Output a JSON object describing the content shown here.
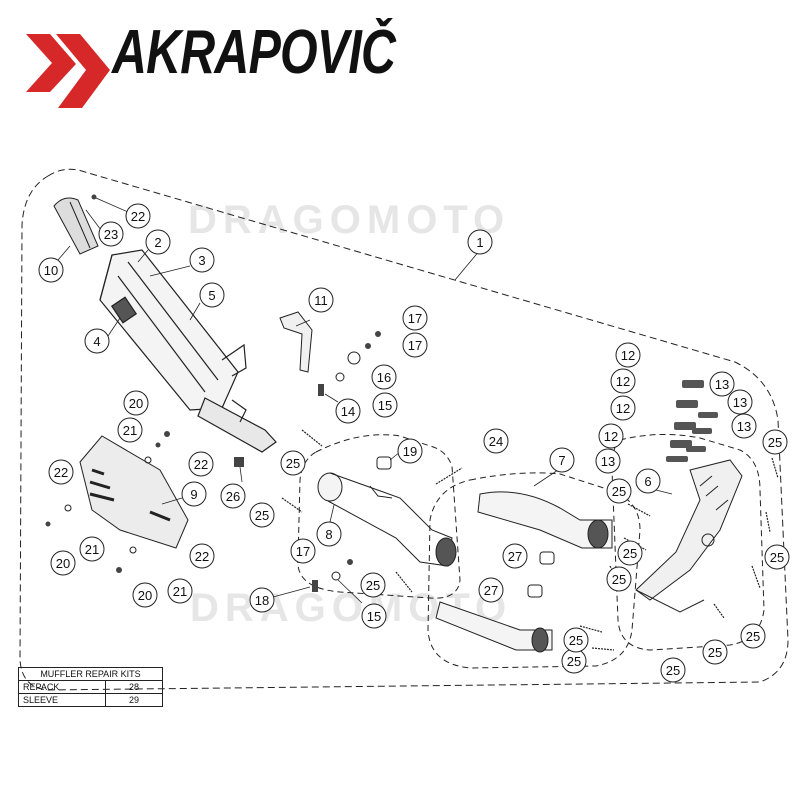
{
  "brand": {
    "name": "AKRAPOVIČ",
    "accent": "#d62828"
  },
  "watermark": {
    "text": "DRAGOMOTO"
  },
  "callouts": [
    "1",
    "2",
    "3",
    "4",
    "5",
    "6",
    "7",
    "8",
    "9",
    "10",
    "11",
    "12",
    "12",
    "12",
    "12",
    "13",
    "13",
    "13",
    "13",
    "14",
    "15",
    "15",
    "16",
    "17",
    "17",
    "17",
    "18",
    "19",
    "20",
    "20",
    "20",
    "21",
    "21",
    "21",
    "22",
    "22",
    "22",
    "22",
    "23",
    "24",
    "25",
    "25",
    "25",
    "25",
    "25",
    "25",
    "25",
    "25",
    "25",
    "25",
    "25",
    "25",
    "25",
    "26",
    "27",
    "27"
  ],
  "repair_kits": {
    "title": "MUFFLER REPAIR KITS",
    "rows": [
      {
        "label": "REPACK",
        "value": "28"
      },
      {
        "label": "SLEEVE",
        "value": "29"
      }
    ]
  }
}
